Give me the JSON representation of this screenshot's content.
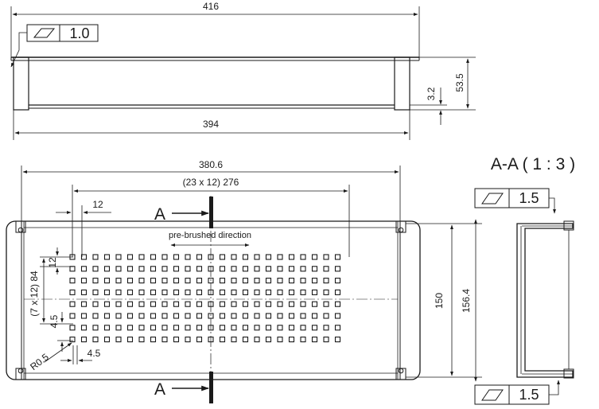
{
  "top_view": {
    "width_overall": "416",
    "width_inner": "394",
    "height_total": "53.5",
    "thickness": "3.2",
    "flatness_tolerance": "1.0"
  },
  "front_view": {
    "width": "380.6",
    "hole_span_label": "(23  x 12) 276",
    "hole_pitch": "12",
    "vertical_span_label": "(7 x 12) 84",
    "vertical_pitch": "12",
    "hole_size_v": "4.5",
    "hole_size_h": "4.5",
    "corner_radius": "R0.5",
    "height_inner": "150",
    "height_outer": "156.4",
    "brush_note": "pre-brushed direction",
    "section_marker": "A",
    "hole_grid": {
      "cols": 24,
      "rows": 8
    }
  },
  "section_view": {
    "title": "A-A ( 1 : 3 )",
    "tolerance_top": "1.5",
    "tolerance_bottom": "1.5"
  }
}
